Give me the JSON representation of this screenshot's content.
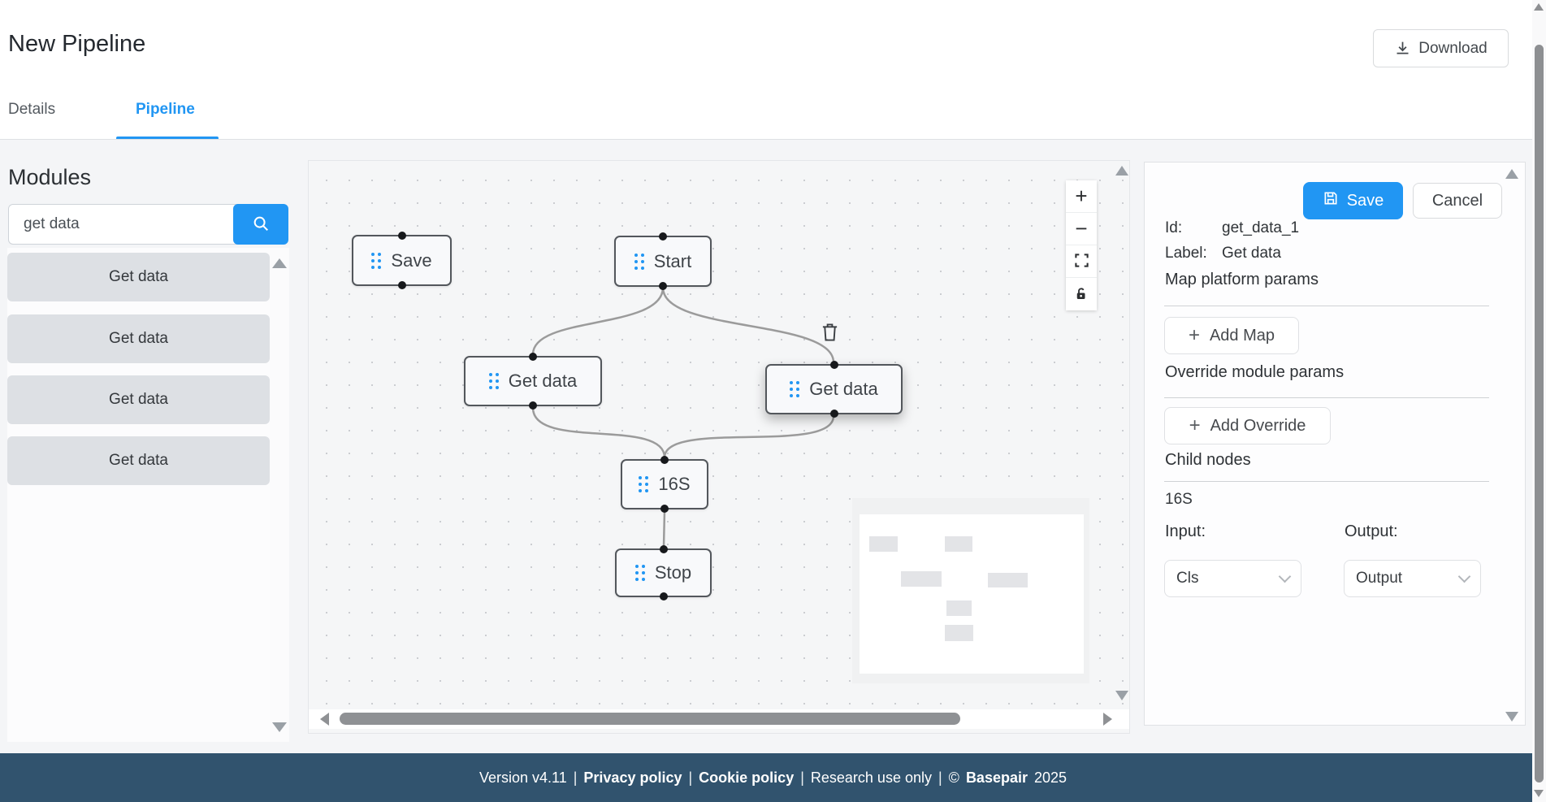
{
  "header": {
    "title": "New Pipeline",
    "download_label": "Download"
  },
  "tabs": [
    {
      "label": "Details",
      "active": false
    },
    {
      "label": "Pipeline",
      "active": true
    }
  ],
  "modules_panel": {
    "heading": "Modules",
    "search_value": "get data",
    "items": [
      "Get data",
      "Get data",
      "Get data",
      "Get data"
    ]
  },
  "canvas": {
    "nodes": [
      {
        "id": "save",
        "label": "Save"
      },
      {
        "id": "start",
        "label": "Start"
      },
      {
        "id": "get_data_left",
        "label": "Get data"
      },
      {
        "id": "get_data_right",
        "label": "Get data",
        "selected": true
      },
      {
        "id": "16s",
        "label": "16S"
      },
      {
        "id": "stop",
        "label": "Stop"
      }
    ],
    "edges": [
      {
        "from": "start",
        "to": "get_data_left"
      },
      {
        "from": "start",
        "to": "get_data_right"
      },
      {
        "from": "get_data_left",
        "to": "16s"
      },
      {
        "from": "get_data_right",
        "to": "16s"
      },
      {
        "from": "16s",
        "to": "stop"
      }
    ],
    "toolbar": {
      "zoom_in_glyph": "+",
      "zoom_out_glyph": "−"
    }
  },
  "inspector": {
    "save_label": "Save",
    "cancel_label": "Cancel",
    "id_label": "Id:",
    "id_value": "get_data_1",
    "label_label": "Label:",
    "label_value": "Get data",
    "map_heading": "Map platform params",
    "add_map_label": "Add Map",
    "add_plus_glyph": "+",
    "override_heading": "Override module params",
    "add_override_label": "Add Override",
    "child_heading": "Child nodes",
    "child_name": "16S",
    "input_label": "Input:",
    "output_label": "Output:",
    "input_value": "Cls",
    "output_value": "Output"
  },
  "footer": {
    "version": "Version v4.11",
    "separator": "|",
    "privacy": "Privacy policy",
    "cookie": "Cookie policy",
    "research": "Research use only",
    "copyright": "©",
    "brand": "Basepair",
    "year": "2025"
  },
  "colors": {
    "primary": "#2196f3",
    "footer_bg": "#31536e",
    "node_border": "#53575c",
    "edge": "#9b9b9b",
    "module_item_bg": "#dde0e4"
  }
}
